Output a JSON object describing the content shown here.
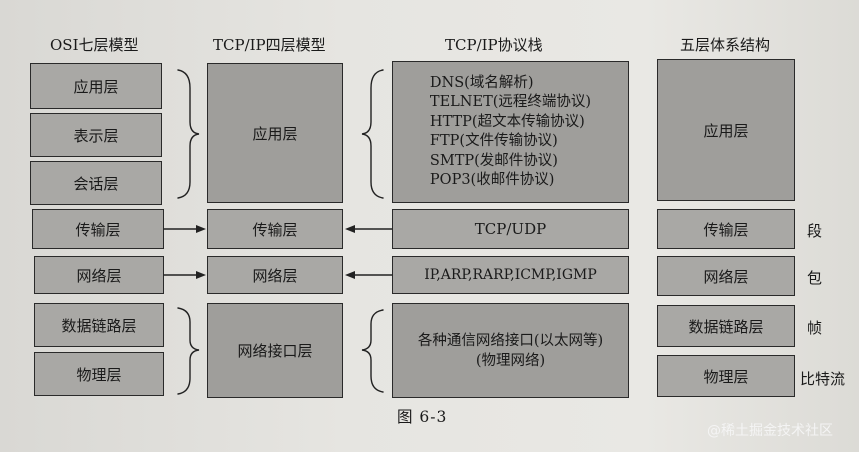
{
  "headers": {
    "osi": "OSI七层模型",
    "tcpip4": "TCP/IP四层模型",
    "stack": "TCP/IP协议栈",
    "five": "五层体系结构"
  },
  "osi_layers": [
    "应用层",
    "表示层",
    "会话层",
    "传输层",
    "网络层",
    "数据链路层",
    "物理层"
  ],
  "tcpip_layers": [
    "应用层",
    "传输层",
    "网络层",
    "网络接口层"
  ],
  "protocols": {
    "application": [
      "DNS(域名解析)",
      "TELNET(远程终端协议)",
      "HTTP(超文本传输协议)",
      "FTP(文件传输协议)",
      "SMTP(发邮件协议)",
      "POP3(收邮件协议)"
    ],
    "transport": "TCP/UDP",
    "network": "IP,ARP,RARP,ICMP,IGMP",
    "interface_line1": "各种通信网络接口(以太网等)",
    "interface_line2": "(物理网络)"
  },
  "five_layers": [
    "应用层",
    "传输层",
    "网络层",
    "数据链路层",
    "物理层"
  ],
  "data_units": [
    "段",
    "包",
    "帧",
    "比特流"
  ],
  "caption": "图 6-3",
  "watermark": "@稀土掘金技术社区"
}
